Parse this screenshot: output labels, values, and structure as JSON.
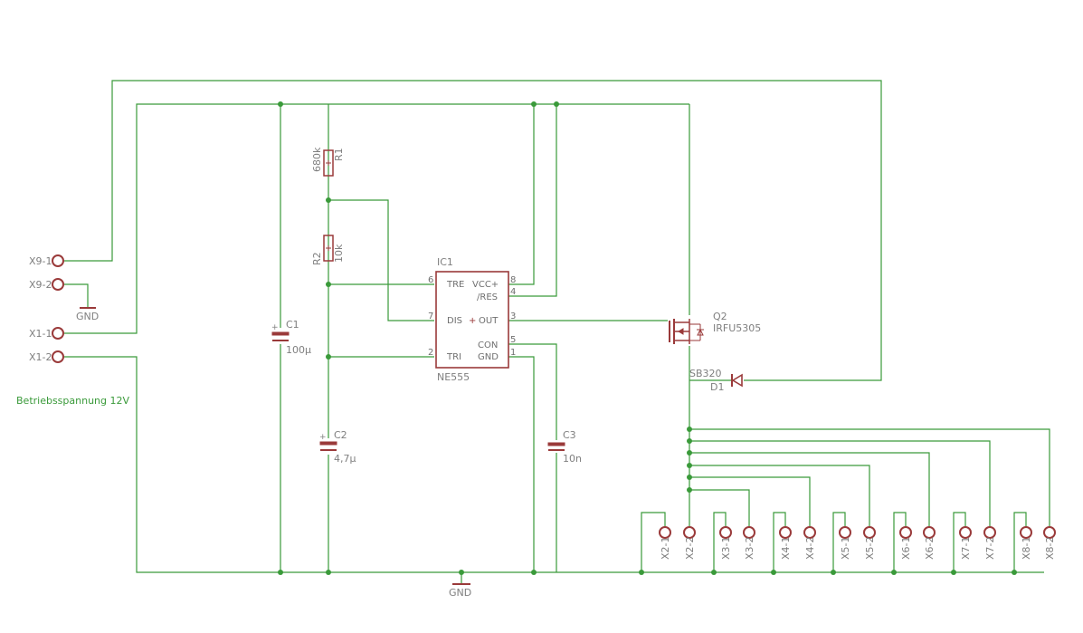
{
  "schematic": {
    "colors": {
      "wire": "#3a9a3a",
      "part": "#9a3a3a",
      "text": "#7f7f7f"
    },
    "connectors": {
      "x9_1": "X9-1",
      "x9_2": "X9-2",
      "x1_1": "X1-1",
      "x1_2": "X1-2",
      "bottom": [
        "X2-1",
        "X2-2",
        "X3-1",
        "X3-2",
        "X4-1",
        "X4-2",
        "X5-1",
        "X5-2",
        "X6-1",
        "X6-2",
        "X7-1",
        "X7-2",
        "X8-1",
        "X8-2"
      ]
    },
    "net_label": "Betriebsspannung 12V",
    "gnd_top": "GND",
    "gnd_bottom": "GND",
    "C1": {
      "name": "C1",
      "value": "100µ"
    },
    "C2": {
      "name": "C2",
      "value": "4,7µ"
    },
    "C3": {
      "name": "C3",
      "value": "10n"
    },
    "R1": {
      "name": "R1",
      "value": "680k"
    },
    "R2": {
      "name": "R2",
      "value": "10k"
    },
    "IC1": {
      "name": "IC1",
      "value": "NE555",
      "pins_left": [
        {
          "num": "6",
          "label": "TRE"
        },
        {
          "num": "7",
          "label": "DIS"
        },
        {
          "num": "2",
          "label": "TRI"
        }
      ],
      "pins_right": [
        {
          "num": "8",
          "label": "VCC+"
        },
        {
          "num": "4",
          "label": "/RES"
        },
        {
          "num": "3",
          "label": "OUT"
        },
        {
          "num": "5",
          "label": "CON"
        },
        {
          "num": "1",
          "label": "GND"
        }
      ]
    },
    "Q2": {
      "name": "Q2",
      "value": "IRFU5305"
    },
    "D1": {
      "name": "D1",
      "value": "SB320"
    }
  }
}
